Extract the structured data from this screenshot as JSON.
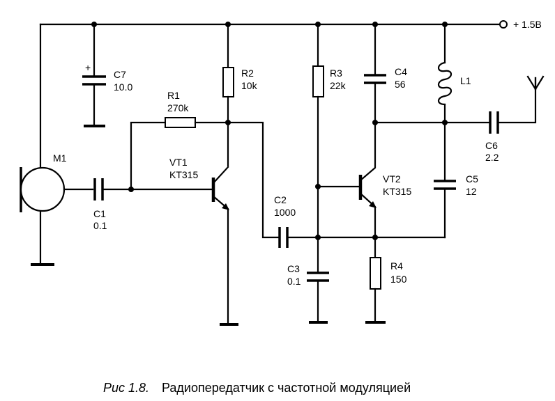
{
  "components": {
    "m1": {
      "ref": "M1"
    },
    "c1": {
      "ref": "C1",
      "value": "0.1"
    },
    "c2": {
      "ref": "C2",
      "value": "1000"
    },
    "c3": {
      "ref": "C3",
      "value": "0.1"
    },
    "c4": {
      "ref": "C4",
      "value": "56"
    },
    "c5": {
      "ref": "C5",
      "value": "12"
    },
    "c6": {
      "ref": "C6",
      "value": "2.2"
    },
    "c7": {
      "ref": "C7",
      "value": "10.0",
      "polarity": "+"
    },
    "r1": {
      "ref": "R1",
      "value": "270k"
    },
    "r2": {
      "ref": "R2",
      "value": "10k"
    },
    "r3": {
      "ref": "R3",
      "value": "22k"
    },
    "r4": {
      "ref": "R4",
      "value": "150"
    },
    "vt1": {
      "ref": "VT1",
      "type": "KT315"
    },
    "vt2": {
      "ref": "VT2",
      "type": "KT315"
    },
    "l1": {
      "ref": "L1"
    }
  },
  "supply": {
    "label": "+ 1.5B"
  },
  "caption": {
    "figure": "Рис 1.8.",
    "text": "Радиопередатчик с частотной модуляцией"
  }
}
